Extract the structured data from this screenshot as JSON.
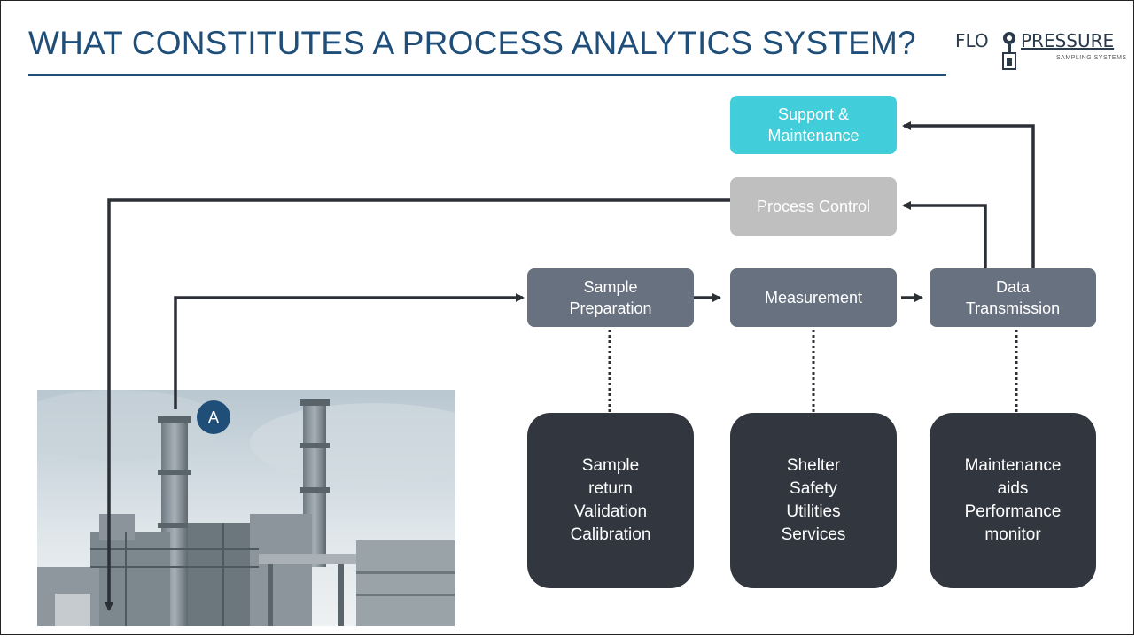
{
  "slide": {
    "title": "WHAT CONSTITUTES A PROCESS ANALYTICS SYSTEM?"
  },
  "logo": {
    "left_text": "FLO",
    "right_text": "PRESSURE",
    "subtitle": "SAMPLING SYSTEMS"
  },
  "diagram": {
    "support": "Support &\nMaintenance",
    "process_control": "Process Control",
    "steps": [
      "Sample\nPreparation",
      "Measurement",
      "Data\nTransmission"
    ],
    "details": [
      "Sample\nreturn\nValidation\nCalibration",
      "Shelter\nSafety\nUtilities\nServices",
      "Maintenance\naids\nPerformance\nmonitor"
    ],
    "marker": "A"
  },
  "colors": {
    "title": "#1f4e79",
    "support_box": "#41cdd9",
    "control_box": "#bfbfbf",
    "step_box": "#67717f",
    "detail_box": "#32363f",
    "arrow": "#2b2f36"
  }
}
